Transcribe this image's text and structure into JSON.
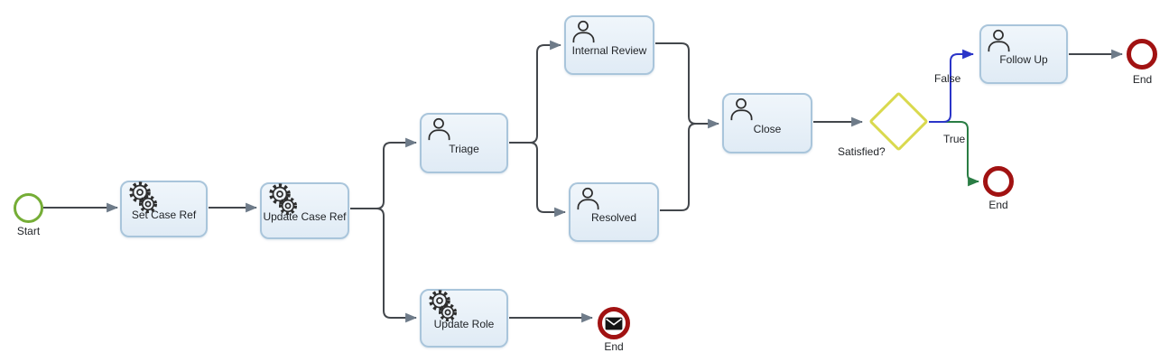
{
  "diagram": {
    "type": "bpmn-process",
    "nodes": {
      "start": {
        "label": "Start",
        "type": "start-event"
      },
      "set_case_ref": {
        "label": "Set Case Ref",
        "type": "service-task"
      },
      "update_case_ref": {
        "label": "Update Case Ref",
        "type": "service-task"
      },
      "triage": {
        "label": "Triage",
        "type": "user-task"
      },
      "internal_review": {
        "label": "Internal Review",
        "type": "user-task"
      },
      "resolved": {
        "label": "Resolved",
        "type": "user-task"
      },
      "close": {
        "label": "Close",
        "type": "user-task"
      },
      "satisfied_gateway": {
        "label": "Satisfied?",
        "type": "exclusive-gateway"
      },
      "follow_up": {
        "label": "Follow Up",
        "type": "user-task"
      },
      "update_role": {
        "label": "Update Role",
        "type": "service-task"
      },
      "end_after_follow_up": {
        "label": "End",
        "type": "end-event"
      },
      "end_true": {
        "label": "End",
        "type": "end-event"
      },
      "end_message": {
        "label": "End",
        "type": "message-end-event"
      }
    },
    "edge_labels": {
      "false_label": "False",
      "true_label": "True"
    },
    "flows": [
      {
        "from": "Start",
        "to": "Set Case Ref"
      },
      {
        "from": "Set Case Ref",
        "to": "Update Case Ref"
      },
      {
        "from": "Update Case Ref",
        "to": "Triage"
      },
      {
        "from": "Update Case Ref",
        "to": "Update Role"
      },
      {
        "from": "Triage",
        "to": "Internal Review"
      },
      {
        "from": "Triage",
        "to": "Resolved"
      },
      {
        "from": "Internal Review",
        "to": "Close"
      },
      {
        "from": "Resolved",
        "to": "Close"
      },
      {
        "from": "Close",
        "to": "Satisfied?"
      },
      {
        "from": "Satisfied?",
        "to": "Follow Up",
        "label": "False"
      },
      {
        "from": "Satisfied?",
        "to": "End",
        "label": "True"
      },
      {
        "from": "Follow Up",
        "to": "End"
      },
      {
        "from": "Update Role",
        "to": "End"
      }
    ],
    "colors": {
      "task_fill_top": "#f0f6fb",
      "task_fill_bottom": "#e0ebf5",
      "task_border": "#a9c5db",
      "flow_color": "#43474c",
      "arrowhead_color": "#6e7b89",
      "start_color": "#75ad36",
      "end_color": "#a11212",
      "gateway_color": "#d9d94e",
      "false_flow_color": "#2b35c8",
      "true_flow_color": "#2a7d44",
      "label_color": "#1f2226"
    }
  }
}
